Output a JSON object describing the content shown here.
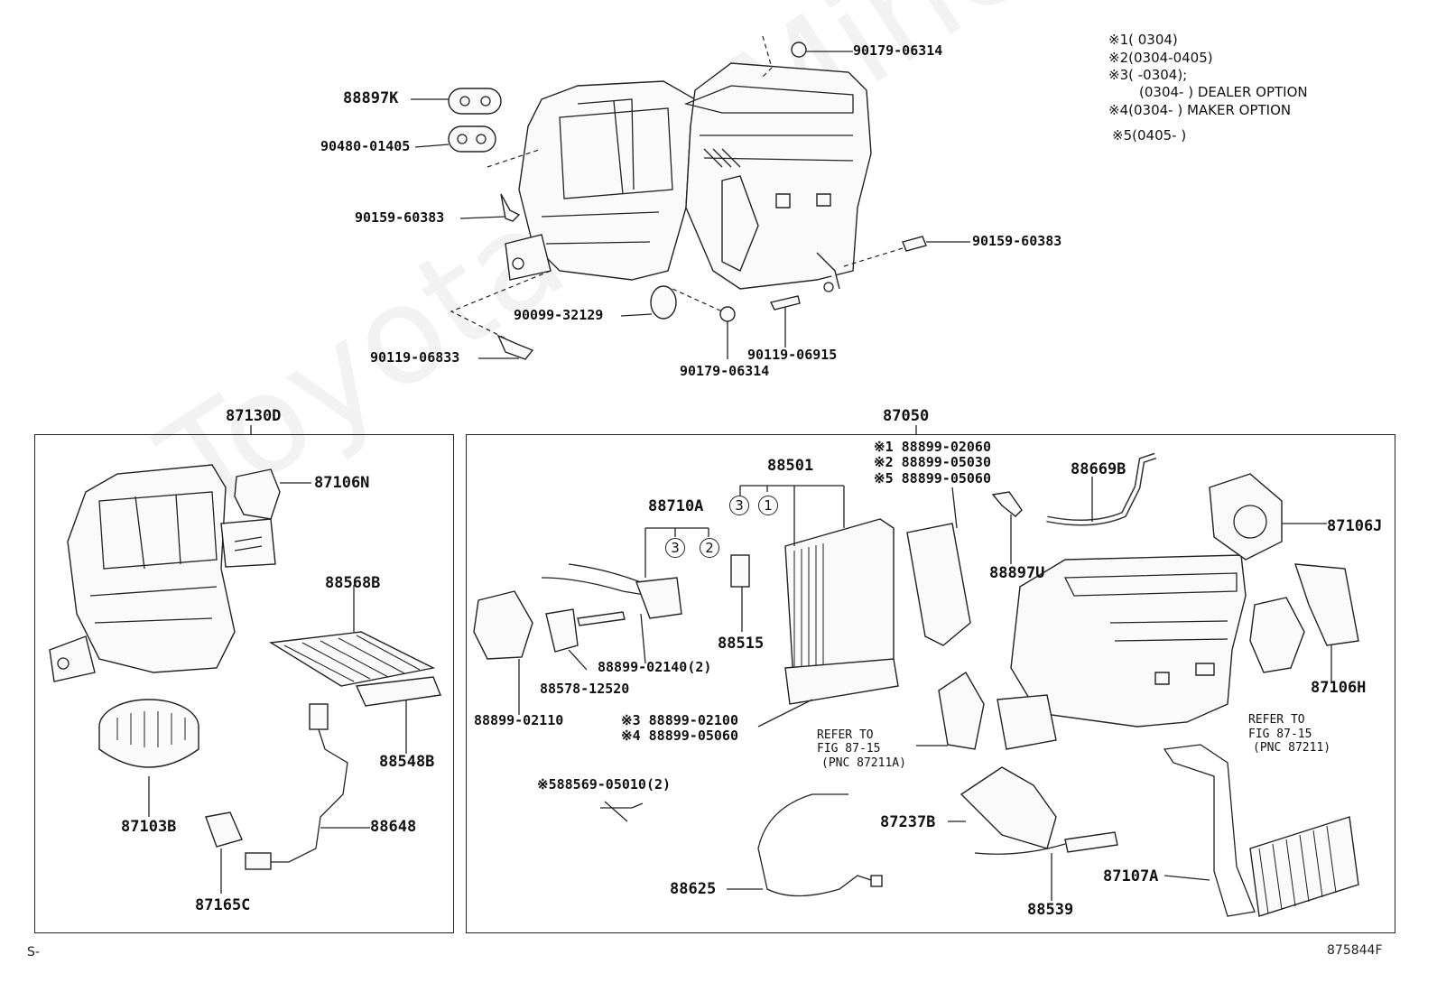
{
  "diagram_code": "875844F",
  "page_prefix": "S-",
  "watermark": "ToyotaCarMine.ru",
  "legend": [
    {
      "mark": "※1",
      "text": "(        0304)"
    },
    {
      "mark": "※2",
      "text": "(0304-0405)"
    },
    {
      "mark": "※3",
      "text": "(        -0304);"
    },
    {
      "mark": "",
      "text": "(0304-        ) DEALER OPTION"
    },
    {
      "mark": "※4",
      "text": "(0304-        ) MAKER OPTION"
    },
    {
      "mark": "※5",
      "text": "(0405-        )"
    }
  ],
  "top_parts": {
    "p90179_06314_top": "90179-06314",
    "p88897K": "88897K",
    "p90480_01405": "90480-01405",
    "p90159_60383_left": "90159-60383",
    "p90159_60383_right": "90159-60383",
    "p90099_32129": "90099-32129",
    "p90119_06833": "90119-06833",
    "p90179_06314_bottom": "90179-06314",
    "p90119_06915": "90119-06915"
  },
  "left_box": {
    "assembly": "87130D",
    "parts": {
      "p87106N": "87106N",
      "p88568B": "88568B",
      "p88548B": "88548B",
      "p87103B": "87103B",
      "p88648": "88648",
      "p87165C": "87165C"
    }
  },
  "right_box": {
    "assembly": "87050",
    "parts": {
      "p88501": "88501",
      "p88710A": "88710A",
      "p88515": "88515",
      "p88899_02140": "88899-02140(2)",
      "p88578_12520": "88578-12520",
      "p88899_02110": "88899-02110",
      "p88899_02100": "※3 88899-02100",
      "p88899_05060_b": "※4 88899-05060",
      "p88899_02060": "※1 88899-02060",
      "p88899_05030": "※2 88899-05030",
      "p88899_05060_a": "※5 88899-05060",
      "p88669B": "88669B",
      "p88897U": "88897U",
      "p87106J": "87106J",
      "p87106H": "87106H",
      "p88569_05010": "※588569-05010(2)",
      "p88625": "88625",
      "p87237B": "87237B",
      "p88539": "88539",
      "p87107A": "87107A"
    },
    "circled": {
      "c3a": "3",
      "c1": "1",
      "c3b": "3",
      "c2": "2"
    },
    "refer_left": {
      "line1": "REFER TO",
      "line2": "FIG 87-15",
      "line3": "(PNC 87211A)"
    },
    "refer_right": {
      "line1": "REFER TO",
      "line2": "FIG 87-15",
      "line3": "(PNC 87211)"
    }
  }
}
